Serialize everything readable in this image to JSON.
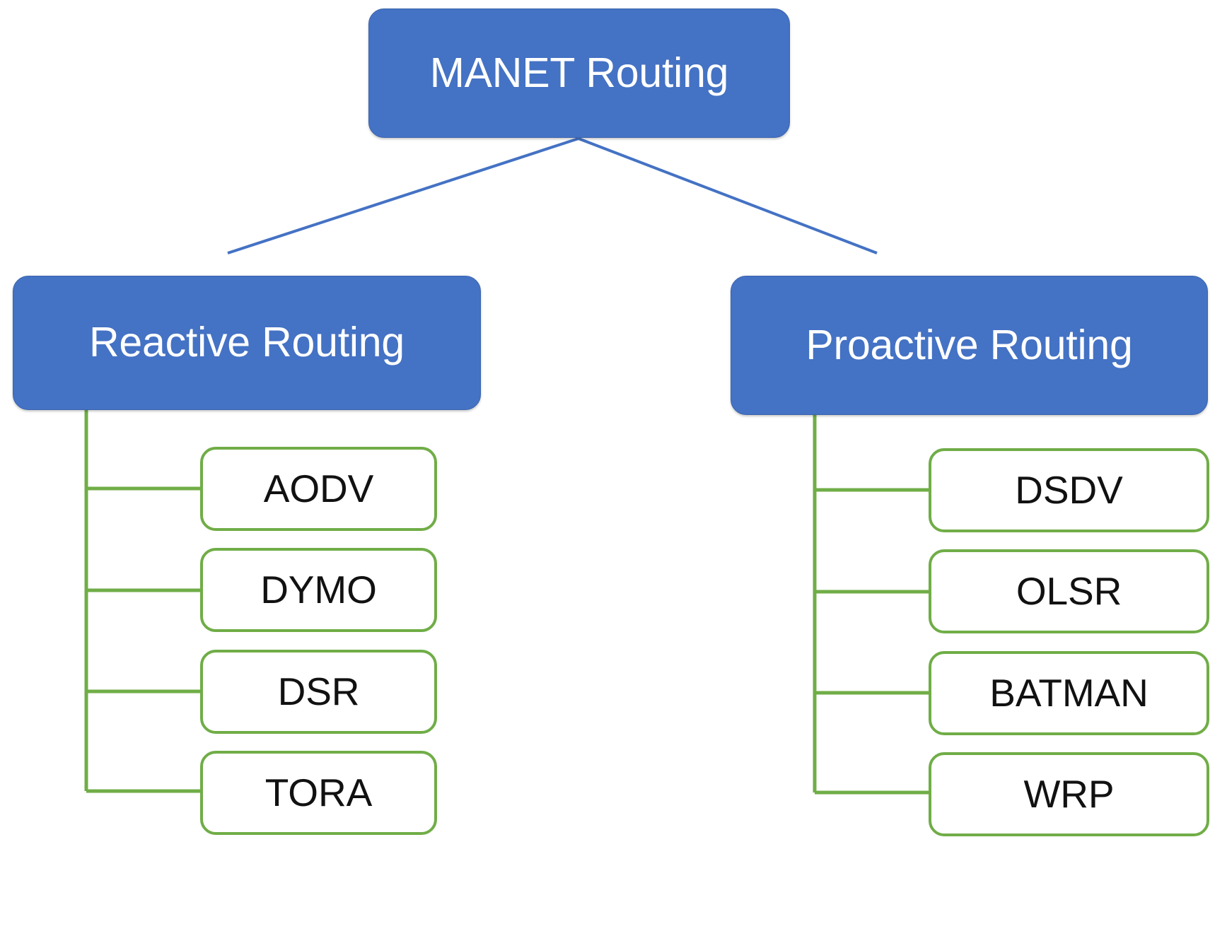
{
  "diagram": {
    "title": "MANET Routing",
    "colors": {
      "branch_fill": "#4472C4",
      "branch_text": "#FFFFFF",
      "branch_connector": "#4472C4",
      "leaf_border": "#70AD47",
      "leaf_fill": "#FFFFFF",
      "leaf_text": "#111111",
      "background": "#FFFFFF"
    },
    "root": {
      "label": "MANET Routing"
    },
    "branches": [
      {
        "id": "reactive",
        "label": "Reactive Routing",
        "leaves": [
          {
            "label": "AODV"
          },
          {
            "label": "DYMO"
          },
          {
            "label": "DSR"
          },
          {
            "label": "TORA"
          }
        ]
      },
      {
        "id": "proactive",
        "label": "Proactive Routing",
        "leaves": [
          {
            "label": "DSDV"
          },
          {
            "label": "OLSR"
          },
          {
            "label": "BATMAN"
          },
          {
            "label": "WRP"
          }
        ]
      }
    ]
  }
}
